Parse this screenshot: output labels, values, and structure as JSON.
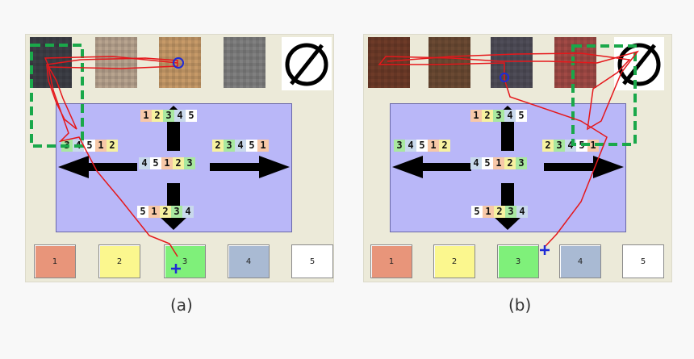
{
  "figures": [
    {
      "caption": "(a)",
      "center_sequence": [
        "4",
        "5",
        "1",
        "2",
        "3"
      ],
      "top_sequence": [
        "1",
        "2",
        "3",
        "4",
        "5"
      ],
      "left_sequence": [
        "3",
        "4",
        "5",
        "1",
        "2"
      ],
      "right_sequence": [
        "2",
        "3",
        "4",
        "5",
        "1"
      ],
      "bottom_sequence": [
        "5",
        "1",
        "2",
        "3",
        "4"
      ],
      "buttons": [
        "1",
        "2",
        "3",
        "4",
        "5"
      ]
    },
    {
      "caption": "(b)",
      "center_sequence": [
        "4",
        "5",
        "1",
        "2",
        "3"
      ],
      "top_sequence": [
        "1",
        "2",
        "3",
        "4",
        "5"
      ],
      "left_sequence": [
        "3",
        "4",
        "5",
        "1",
        "2"
      ],
      "right_sequence": [
        "2",
        "3",
        "4",
        "5",
        "1"
      ],
      "bottom_sequence": [
        "5",
        "1",
        "2",
        "3",
        "4"
      ],
      "buttons": [
        "1",
        "2",
        "3",
        "4",
        "5"
      ]
    }
  ],
  "colors": {
    "digit_1": "#f7c8a8",
    "digit_2": "#f6f1a0",
    "digit_3": "#a9e8a0",
    "digit_4": "#c9d9ec",
    "digit_5": "#ffffff",
    "button_1": "#e8957a",
    "button_2": "#fbf78e",
    "button_3": "#7ff07a",
    "button_4": "#a9bad3",
    "button_5": "#ffffff",
    "arena": "#b9b7f8",
    "gaze_path": "#e5171b",
    "aoi_box": "#1aa84a",
    "fixation_marker": "#1f2bd6"
  },
  "icons": {
    "empty_set": "empty-set-icon",
    "cursor": "plus-cursor-icon",
    "fixation": "circle-marker-icon"
  }
}
